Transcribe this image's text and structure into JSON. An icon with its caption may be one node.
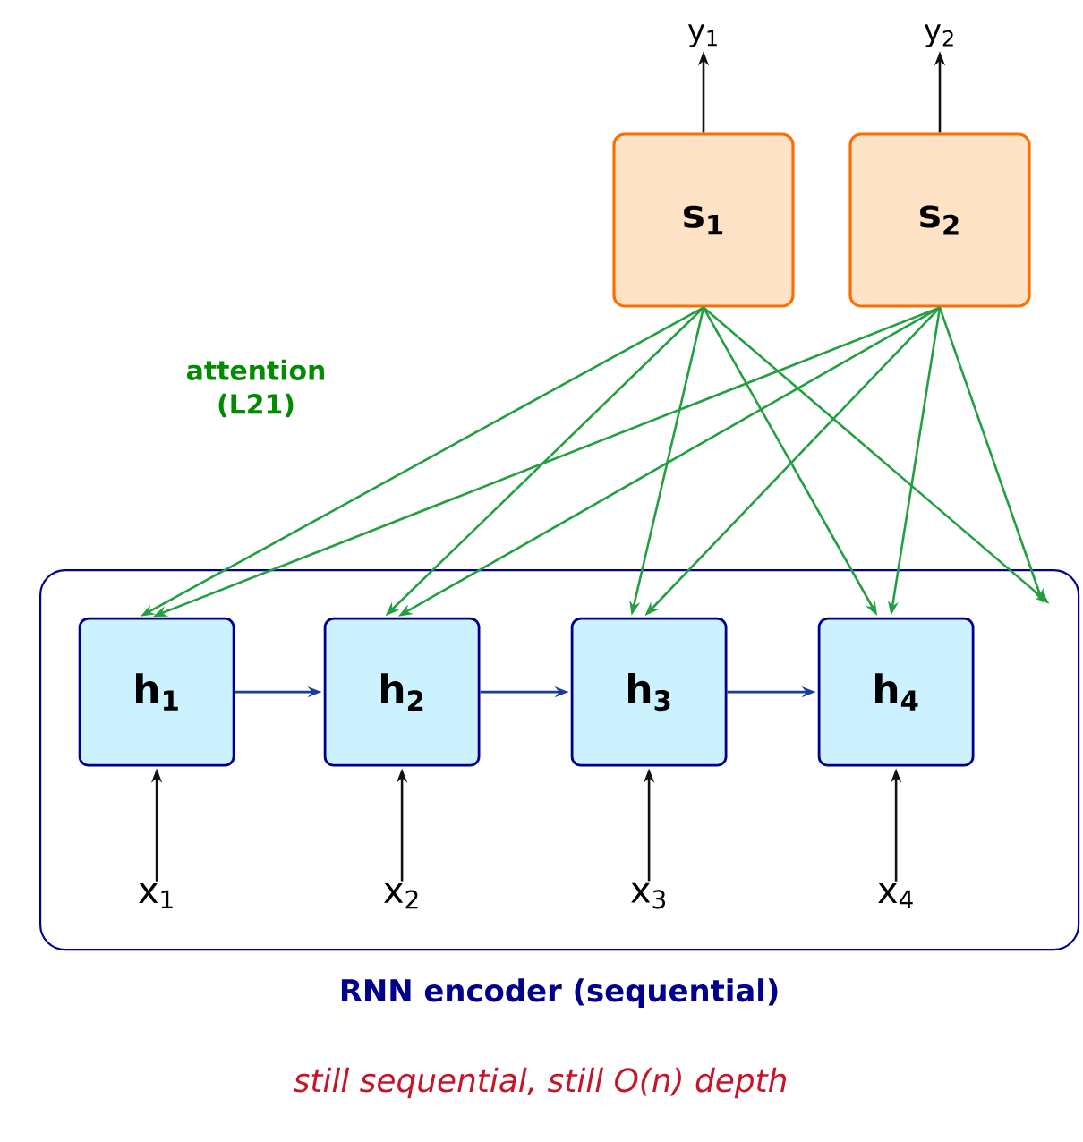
{
  "diagram": {
    "caption": "still sequential, still O(n) depth",
    "nodes": [
      {
        "text": [
          "y$_{1}$"
        ]
      },
      {
        "text": [
          "y$_{2}$"
        ]
      },
      {
        "text": [
          "s$_{1}$"
        ]
      },
      {
        "text": [
          "s$_{2}$"
        ]
      },
      {
        "text": [
          "RNN encoder (sequential)"
        ]
      },
      {
        "text": [
          "h$_{1}$"
        ],
        "in": 4
      },
      {
        "text": [
          "h$_{2}$"
        ],
        "in": 4
      },
      {
        "text": [
          "h$_{3}$"
        ],
        "in": 4
      },
      {
        "text": [
          "h$_{4}$"
        ],
        "in": 4
      },
      {
        "text": [
          "x$_{1}$"
        ],
        "in": 4
      },
      {
        "text": [
          "x$_{2}$"
        ],
        "in": 4
      },
      {
        "text": [
          "x$_{3}$"
        ],
        "in": 4
      },
      {
        "text": [
          "x$_{4}$"
        ],
        "in": 4
      }
    ],
    "edges": [
      {
        "from": 2,
        "to": 0,
        "arrow": "to",
        "color": "#111111"
      },
      {
        "from": 3,
        "to": 1,
        "arrow": "to",
        "color": "#111111"
      },
      {
        "from": 5,
        "to": 6,
        "arrow": "to",
        "color": "#1a3d9a"
      },
      {
        "from": 6,
        "to": 7,
        "arrow": "to",
        "color": "#1a3d9a"
      },
      {
        "from": 7,
        "to": 8,
        "arrow": "to",
        "color": "#1a3d9a"
      },
      {
        "from": 9,
        "to": 5,
        "arrow": "to",
        "color": "#111111"
      },
      {
        "from": 10,
        "to": 6,
        "arrow": "to",
        "color": "#111111"
      },
      {
        "from": 11,
        "to": 7,
        "arrow": "to",
        "color": "#111111"
      },
      {
        "from": 12,
        "to": 8,
        "arrow": "to",
        "color": "#111111"
      },
      {
        "from": 2,
        "to": 5,
        "arrow": "to",
        "color": "#22a040"
      },
      {
        "from": 2,
        "to": 6,
        "arrow": "to",
        "color": "#22a040"
      },
      {
        "from": 2,
        "to": 7,
        "arrow": "to",
        "color": "#22a040"
      },
      {
        "from": 2,
        "to": 8,
        "arrow": "to",
        "color": "#22a040"
      },
      {
        "from": 2,
        "to": null,
        "arrow": "to",
        "color": "#22a040"
      },
      {
        "from": 3,
        "to": 5,
        "arrow": "to",
        "color": "#22a040"
      },
      {
        "from": 3,
        "to": 6,
        "arrow": "to",
        "color": "#22a040"
      },
      {
        "from": 3,
        "to": 7,
        "arrow": "to",
        "color": "#22a040"
      },
      {
        "from": 3,
        "to": 8,
        "arrow": "to",
        "color": "#22a040"
      },
      {
        "from": 3,
        "to": null,
        "arrow": "to",
        "color": "#22a040"
      }
    ],
    "labels": [
      "attention (L21)"
    ]
  }
}
